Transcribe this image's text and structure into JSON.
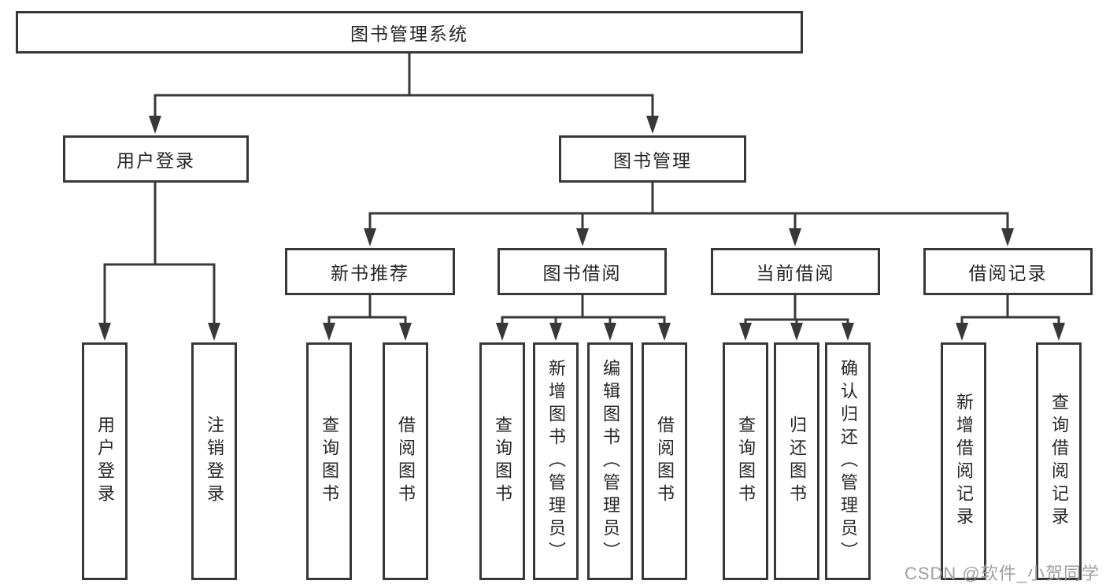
{
  "colors": {
    "line": "#383838",
    "text": "#262626",
    "background": "#ffffff",
    "watermark": "#a0a0a0"
  },
  "watermark": "CSDN @软件_小贺同学",
  "tree": {
    "label": "图书管理系统",
    "children": [
      {
        "label": "用户登录",
        "children": [
          {
            "label": "用户登录"
          },
          {
            "label": "注销登录"
          }
        ]
      },
      {
        "label": "图书管理",
        "children": [
          {
            "label": "新书推荐",
            "children": [
              {
                "label": "查询图书"
              },
              {
                "label": "借阅图书"
              }
            ]
          },
          {
            "label": "图书借阅",
            "children": [
              {
                "label": "查询图书"
              },
              {
                "label": "新增图书（管理员）"
              },
              {
                "label": "编辑图书（管理员）"
              },
              {
                "label": "借阅图书"
              }
            ]
          },
          {
            "label": "当前借阅",
            "children": [
              {
                "label": "查询图书"
              },
              {
                "label": "归还图书"
              },
              {
                "label": "确认归还（管理员）"
              }
            ]
          },
          {
            "label": "借阅记录",
            "children": [
              {
                "label": "新增借阅记录"
              },
              {
                "label": "查询借阅记录"
              }
            ]
          }
        ]
      }
    ]
  }
}
